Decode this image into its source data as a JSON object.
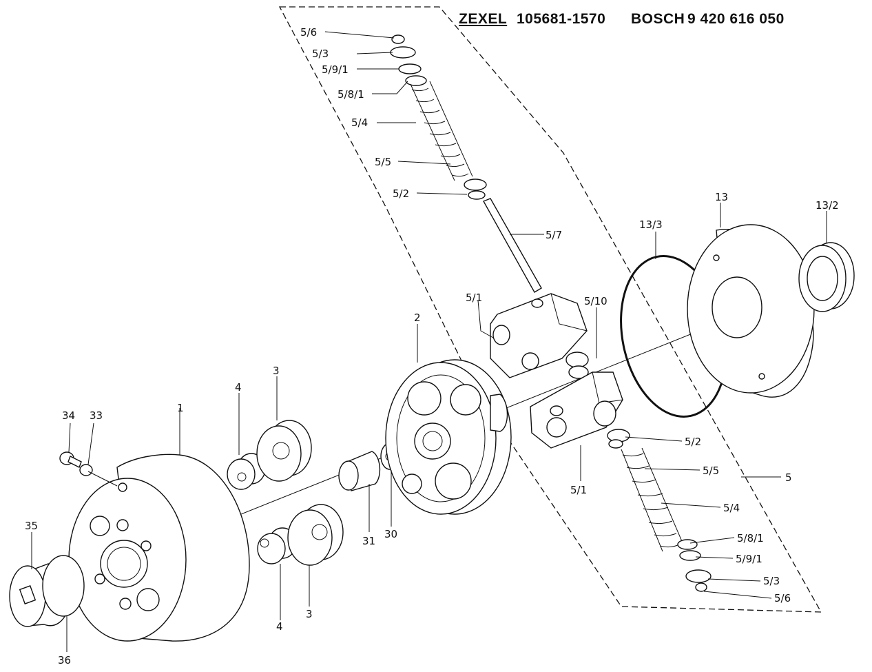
{
  "header": {
    "brand1": "ZEXEL",
    "part1": "105681-1570",
    "brand2": "BOSCH",
    "part2": "9 420 616 050"
  },
  "labels": {
    "l_5_6_top": "5/6",
    "l_5_3_top": "5/3",
    "l_5_9_1_top": "5/9/1",
    "l_5_8_1_top": "5/8/1",
    "l_5_4_top": "5/4",
    "l_5_5_top": "5/5",
    "l_5_2_top": "5/2",
    "l_5_7": "5/7",
    "l_5_1_top": "5/1",
    "l_5_10": "5/10",
    "l_13_3": "13/3",
    "l_13": "13",
    "l_13_2": "13/2",
    "l_2": "2",
    "l_3_top": "3",
    "l_4_top": "4",
    "l_1": "1",
    "l_34": "34",
    "l_33": "33",
    "l_35": "35",
    "l_36": "36",
    "l_31": "31",
    "l_30": "30",
    "l_4_bot": "4",
    "l_3_bot": "3",
    "l_5_1_bot": "5/1",
    "l_5_2_bot": "5/2",
    "l_5_5_bot": "5/5",
    "l_5": "5",
    "l_5_4_bot": "5/4",
    "l_5_8_1_bot": "5/8/1",
    "l_5_9_1_bot": "5/9/1",
    "l_5_3_bot": "5/3",
    "l_5_6_bot": "5/6"
  }
}
